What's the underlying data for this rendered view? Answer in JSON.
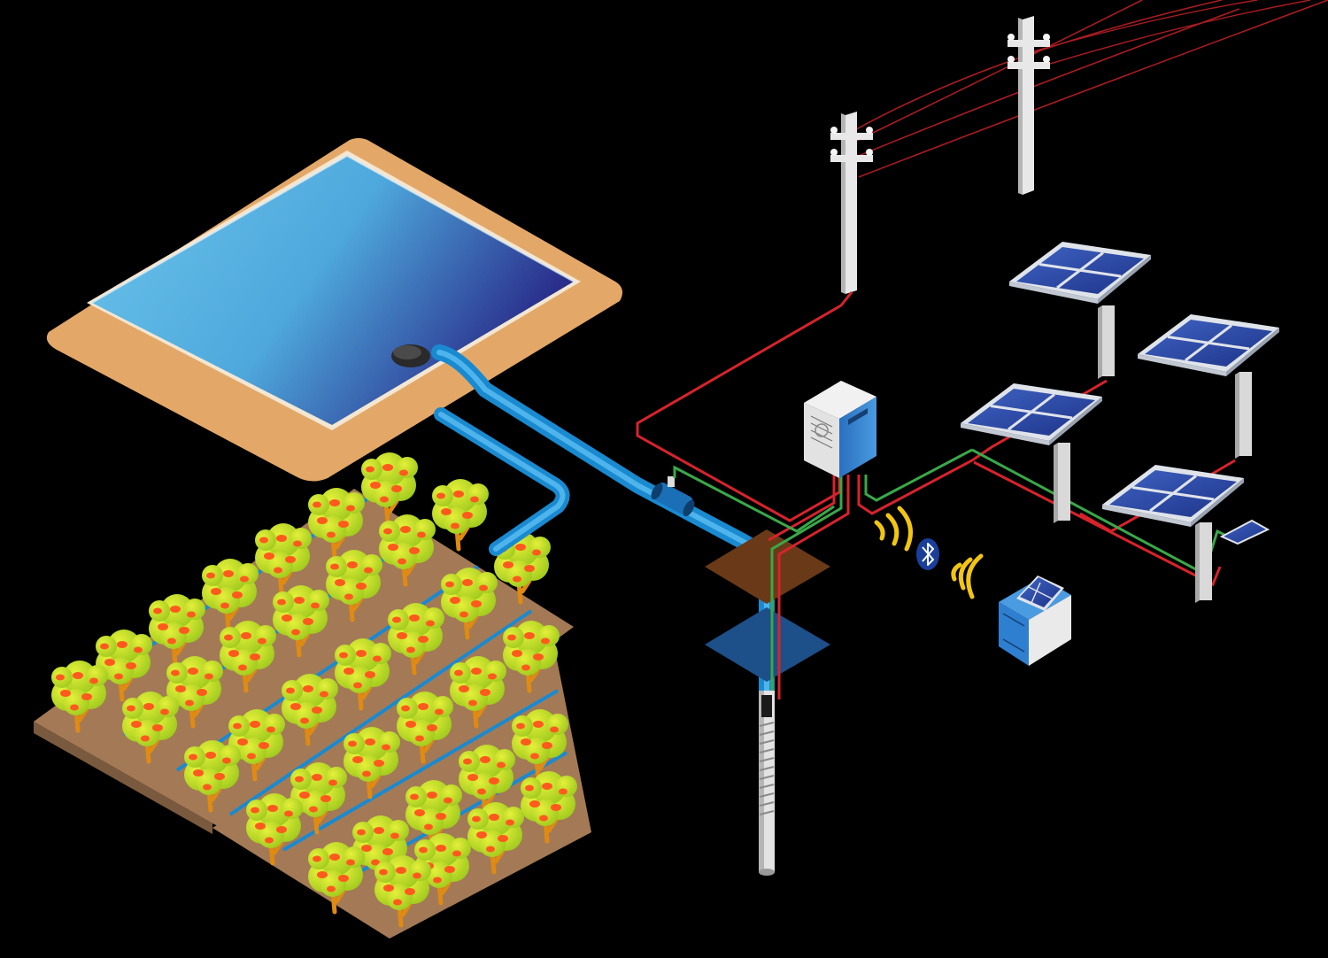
{
  "scene": {
    "background": "#000000",
    "components": [
      "water-reservoir",
      "orchard",
      "submersible-pump",
      "pump-controller",
      "solar-array",
      "power-grid",
      "remote-monitor"
    ]
  },
  "colors": {
    "water_light": "#6cc4ea",
    "water_dark": "#2a2f8c",
    "reservoir_rim": "#e3a868",
    "pipe": "#1a8ad0",
    "pipe_light": "#4fb4ec",
    "wire_red": "#d7232b",
    "wire_green": "#3aa848",
    "panel_blue": "#2c4aa8",
    "panel_frame": "#dfe3ea",
    "pole": "#e8e8e8",
    "soil": "#a37a55",
    "canopy": "#c8e028",
    "canopy_shade": "#8fc01a",
    "fruit": "#ff5a1e",
    "trunk": "#e08a12",
    "signal": "#f2c512",
    "bluetooth": "#1a3f9a",
    "controller": "#2e7fd0",
    "earth_layer": "#6a3a18",
    "water_table": "#1d4f88"
  },
  "icons": {
    "bluetooth": "bluetooth-icon",
    "signal": "wireless-signal-icon"
  }
}
